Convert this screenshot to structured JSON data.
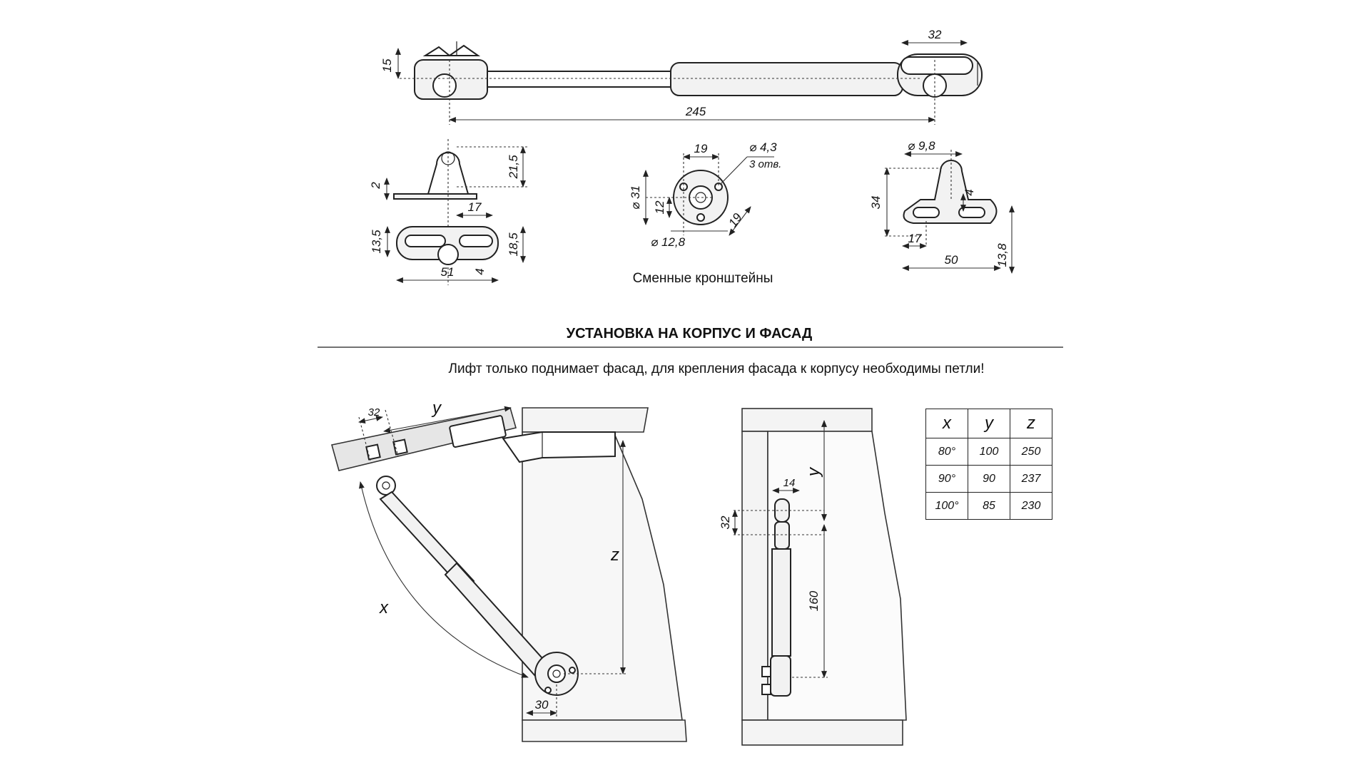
{
  "strut": {
    "dims": {
      "mount_height": "15",
      "end_width": "32",
      "length": "245"
    }
  },
  "bracket_a": {
    "dims": {
      "height": "21,5",
      "plate": "2",
      "slot_offset": "17",
      "left_h": "13,5",
      "right_h": "18,5",
      "length": "51",
      "edge": "4"
    }
  },
  "bracket_b": {
    "dims": {
      "spacing": "19",
      "hole_dia": "⌀ 4,3",
      "hole_count": "3 отв.",
      "outer_dia": "⌀ 31",
      "offset_v": "12",
      "diag": "19",
      "inner_dia": "⌀ 12,8"
    },
    "caption": "Сменные кронштейны"
  },
  "bracket_c": {
    "dims": {
      "pin_dia": "⌀ 9,8",
      "height": "34",
      "pin_gap": "4",
      "slot_offset": "17",
      "length": "50",
      "base_h": "13,8"
    }
  },
  "install": {
    "title": "УСТАНОВКА НА КОРПУС И ФАСАД",
    "note": "Лифт только поднимает фасад, для крепления фасада к корпусу необходимы петли!",
    "left": {
      "x": "x",
      "y": "y",
      "z": "z",
      "d32": "32",
      "d30": "30"
    },
    "right": {
      "y": "y",
      "d14": "14",
      "d32": "32",
      "d160": "160"
    }
  },
  "table": {
    "headers": [
      "x",
      "y",
      "z"
    ],
    "rows": [
      [
        "80°",
        "100",
        "250"
      ],
      [
        "90°",
        "90",
        "237"
      ],
      [
        "100°",
        "85",
        "230"
      ]
    ]
  }
}
